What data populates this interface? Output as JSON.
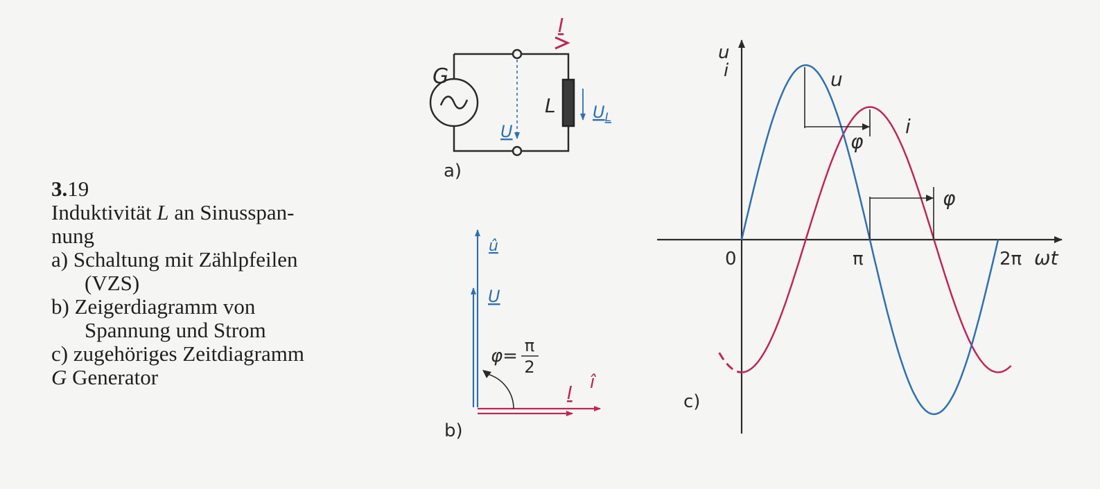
{
  "caption": {
    "number_bold": "3.",
    "number_rest": "19",
    "title_1": "Induktivität ",
    "title_L": "L",
    "title_2": " an Sinusspan-",
    "title_3": "nung",
    "item_a_1": "a) Schaltung mit Zählpfeilen",
    "item_a_2": "(VZS)",
    "item_b_1": "b) Zeigerdiagramm von",
    "item_b_2": "Spannung und Strom",
    "item_c": "c) zugehöriges Zeitdiagramm",
    "item_g_letter": "G",
    "item_g_text": " Generator"
  },
  "circuit": {
    "panel_label": "a)",
    "generator_label": "G",
    "generator_symbol": "~",
    "inductor_label": "L",
    "current_label": "I",
    "voltage_label": "U",
    "inductor_voltage_label": "U",
    "inductor_voltage_sub": "L"
  },
  "phasor": {
    "panel_label": "b)",
    "u_hat_label": "û",
    "u_label": "U",
    "phi_label": "φ=",
    "phi_num": "π",
    "phi_den": "2",
    "i_label": "I",
    "i_hat_label": "î"
  },
  "timeplot": {
    "panel_label": "c)",
    "y_label_u": "u",
    "y_label_i": "i",
    "x_label": "ωt",
    "tick_0": "0",
    "tick_pi": "π",
    "tick_2pi": "2π",
    "curve_label_u": "u",
    "curve_label_i": "i",
    "phi_label_upper": "φ",
    "phi_label_lower": "φ"
  },
  "colors": {
    "voltage": "#2f6fb1",
    "current": "#c0255a",
    "ink": "#2a2a2a"
  },
  "chart_data": {
    "type": "line",
    "xlabel": "ωt",
    "ylabel": "u, i",
    "x_ticks": [
      "0",
      "π",
      "2π"
    ],
    "series": [
      {
        "name": "u",
        "function": "sin(ωt)",
        "amplitude": 1.0,
        "x_range": [
          0,
          6.2832
        ],
        "points": [
          [
            0,
            0
          ],
          [
            0.785,
            0.71
          ],
          [
            1.571,
            1.0
          ],
          [
            2.356,
            0.71
          ],
          [
            3.142,
            0
          ],
          [
            3.927,
            -0.71
          ],
          [
            4.712,
            -1.0
          ],
          [
            5.498,
            -0.71
          ],
          [
            6.283,
            0
          ]
        ]
      },
      {
        "name": "i",
        "function": "sin(ωt − π/2)",
        "amplitude": 0.76,
        "x_range": [
          -0.55,
          6.6
        ],
        "points": [
          [
            0,
            -0.76
          ],
          [
            0.785,
            -0.54
          ],
          [
            1.571,
            0
          ],
          [
            2.356,
            0.54
          ],
          [
            3.142,
            0.76
          ],
          [
            3.927,
            0.54
          ],
          [
            4.712,
            0
          ],
          [
            5.498,
            -0.54
          ],
          [
            6.283,
            -0.76
          ]
        ]
      }
    ],
    "phase_shift": "φ = π/2"
  }
}
